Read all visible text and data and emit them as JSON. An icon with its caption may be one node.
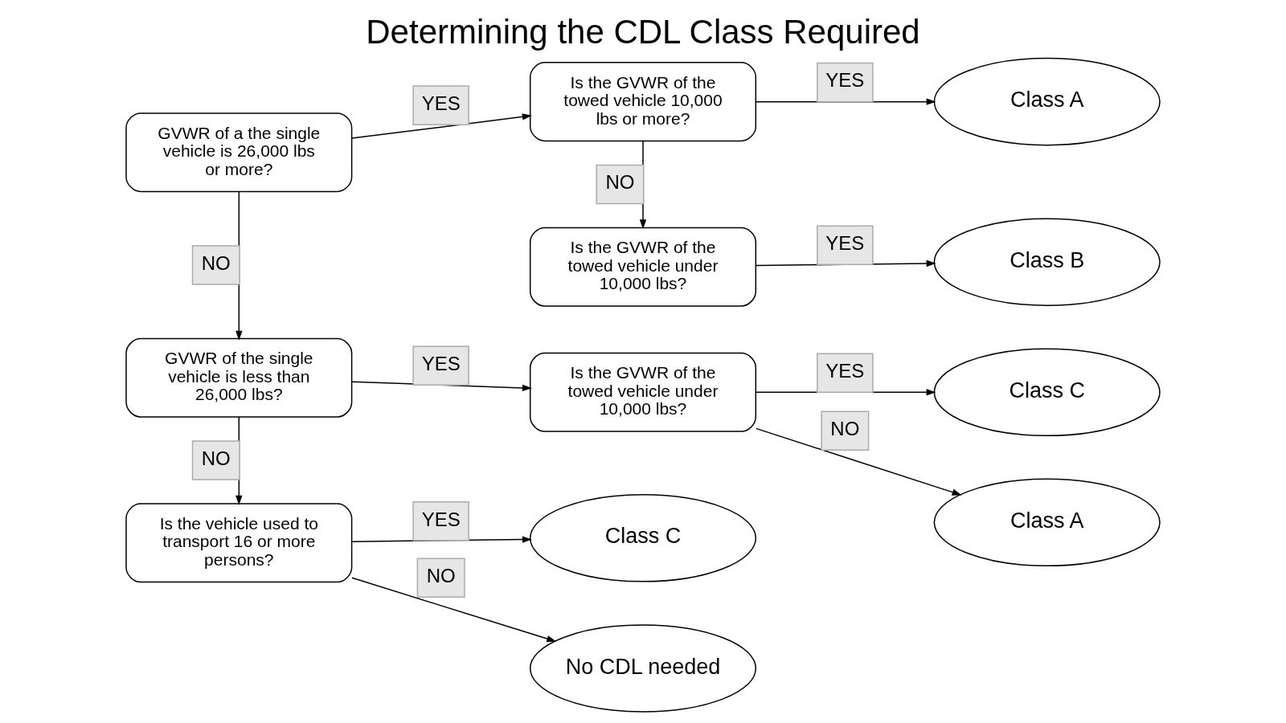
{
  "diagram": {
    "title": "Determining the CDL Class Required",
    "nodes": [
      {
        "text": [
          "GVWR of a the single vehicle is 26,000 lbs or more?"
        ]
      },
      {
        "text": [
          "Is the GVWR of the towed vehicle 10,000 lbs or more?"
        ]
      },
      {
        "text": [
          "Class A"
        ]
      },
      {
        "text": [
          "Is the GVWR of the towed vehicle under 10,000 lbs?"
        ]
      },
      {
        "text": [
          "Class B"
        ]
      },
      {
        "text": [
          "GVWR of the single vehicle is less than 26,000 lbs?"
        ]
      },
      {
        "text": [
          "Is the GVWR of the towed vehicle under 10,000 lbs?"
        ]
      },
      {
        "text": [
          "Class C"
        ]
      },
      {
        "text": [
          "Class A"
        ]
      },
      {
        "text": [
          "Is the vehicle used to transport 16 or more persons?"
        ]
      },
      {
        "text": [
          "Class C"
        ]
      },
      {
        "text": [
          "No CDL needed"
        ]
      }
    ],
    "edges": [
      {
        "from": 0,
        "to": 1,
        "arrow": "to",
        "label": "YES"
      },
      {
        "from": 1,
        "to": 2,
        "arrow": "to",
        "label": "YES"
      },
      {
        "from": 1,
        "to": 3,
        "arrow": "to",
        "label": "NO"
      },
      {
        "from": 3,
        "to": 4,
        "arrow": "to",
        "label": "YES"
      },
      {
        "from": 0,
        "to": 5,
        "arrow": "to",
        "label": "NO"
      },
      {
        "from": 5,
        "to": 6,
        "arrow": "to",
        "label": "YES"
      },
      {
        "from": 6,
        "to": 7,
        "arrow": "to",
        "label": "YES"
      },
      {
        "from": 6,
        "to": 8,
        "arrow": "to",
        "label": "NO"
      },
      {
        "from": 5,
        "to": 9,
        "arrow": "to",
        "label": "NO"
      },
      {
        "from": 9,
        "to": 10,
        "arrow": "to",
        "label": "YES"
      },
      {
        "from": 9,
        "to": 11,
        "arrow": "to",
        "label": "NO"
      }
    ]
  }
}
